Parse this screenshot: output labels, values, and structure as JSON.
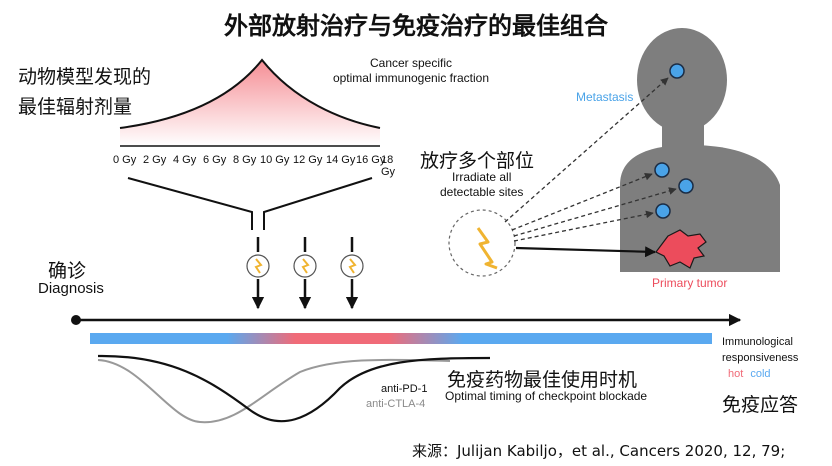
{
  "title": "外部放射治疗与免疫治疗的最佳组合",
  "dose_panel": {
    "cn_label_line1": "动物模型发现的",
    "cn_label_line2": "最佳辐射剂量",
    "curve_caption_line1": "Cancer specific",
    "curve_caption_line2": "optimal immunogenic fraction",
    "ticks": [
      "0 Gy",
      "2 Gy",
      "4 Gy",
      "6 Gy",
      "8 Gy",
      "10 Gy",
      "12 Gy",
      "14 Gy",
      "16 Gy",
      "18 Gy"
    ]
  },
  "irradiate_panel": {
    "cn_label": "放疗多个部位",
    "en_line1": "Irradiate all",
    "en_line2": "detectable sites",
    "metastasis_label": "Metastasis",
    "primary_tumor_label": "Primary tumor"
  },
  "diagnosis": {
    "cn": "确诊",
    "en": "Diagnosis"
  },
  "responsiveness": {
    "line1": "Immunological",
    "line2": "responsiveness",
    "hot": "hot",
    "cold": "cold",
    "cn_label": "免疫应答",
    "colors": {
      "hot": "#f06b78",
      "cold": "#5aa9f0"
    }
  },
  "checkpoint": {
    "anti_pd1": "anti-PD-1",
    "anti_ctla4": "anti-CTLA-4",
    "cn_label": "免疫药物最佳使用时机",
    "en_label": "Optimal timing of checkpoint blockade"
  },
  "source": "来源：Julijan Kabiljo，et al., Cancers 2020, 12, 79;"
}
